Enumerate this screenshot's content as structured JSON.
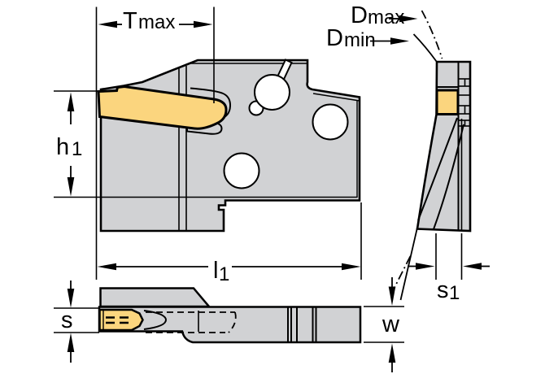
{
  "figure": {
    "type": "technical-drawing",
    "subject": "grooving tool holder with indexable insert shown in three orthographic views",
    "colors": {
      "body_gray": "#d1d2d4",
      "insert_yellow": "#fbd57e",
      "outline_black": "#000000",
      "background_white": "#ffffff"
    }
  },
  "labels": {
    "t_max": {
      "main": "T",
      "sub": "max"
    },
    "d_max": {
      "main": "D",
      "sub": "max"
    },
    "d_min": {
      "main": "D",
      "sub": "min"
    },
    "h1": {
      "main": "h",
      "sub": "1"
    },
    "l1": {
      "main": "l",
      "sub": "1"
    },
    "s1": {
      "main": "s",
      "sub": "1"
    },
    "s": {
      "main": "s"
    },
    "w": {
      "main": "w"
    }
  }
}
